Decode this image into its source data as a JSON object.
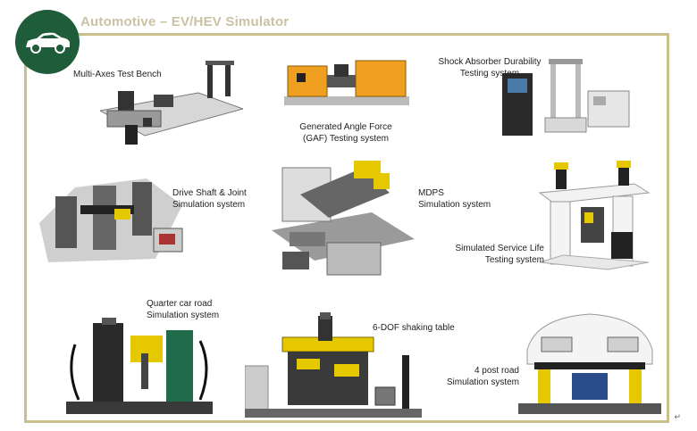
{
  "title": "Automotive – EV/HEV Simulator",
  "logo_icon": "car-icon",
  "labels": {
    "multi_axes": "Multi-Axes Test Bench",
    "gaf_line1": "Generated Angle Force",
    "gaf_line2": "(GAF) Testing system",
    "shock_line1": "Shock Absorber Durability",
    "shock_line2": "Testing system",
    "drive_line1": "Drive Shaft & Joint",
    "drive_line2": "Simulation system",
    "mdps_line1": "MDPS",
    "mdps_line2": "Simulation system",
    "service_line1": "Simulated Service Life",
    "service_line2": "Testing system",
    "quarter_line1": "Quarter car road",
    "quarter_line2": "Simulation system",
    "sixdof": "6-DOF shaking table",
    "post_line1": "4 post road",
    "post_line2": "Simulation system"
  },
  "colors": {
    "brand_green": "#1f5c3a",
    "frame": "#c8bf8d",
    "title": "#c9c2a4"
  }
}
